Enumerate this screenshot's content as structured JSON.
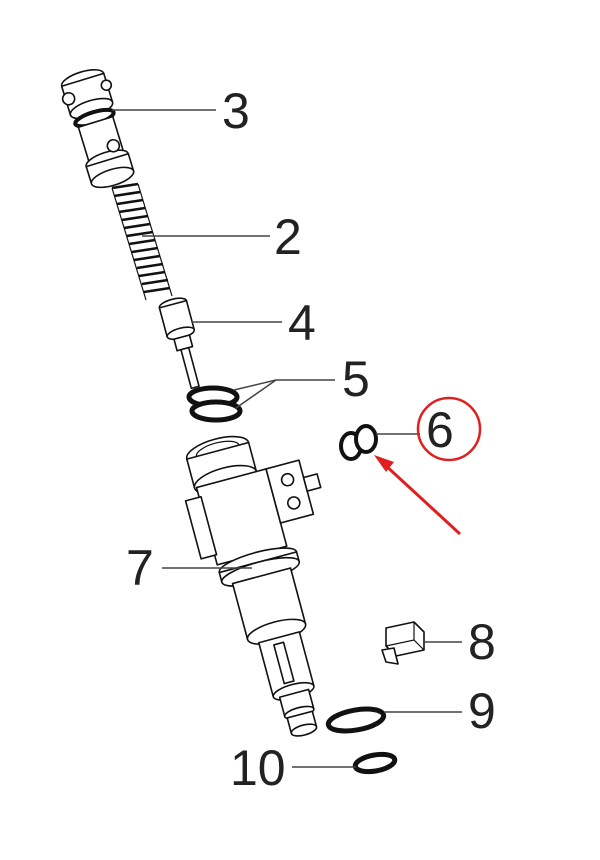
{
  "callouts": {
    "label_3": "3",
    "label_2": "2",
    "label_4": "4",
    "label_5": "5",
    "label_6": "6",
    "label_7": "7",
    "label_8": "8",
    "label_9": "9",
    "label_10": "10"
  },
  "colors": {
    "highlight": "#e02020",
    "line": "#111111",
    "leader": "#444444",
    "text": "#222222",
    "background": "#ffffff"
  },
  "highlighted_part": "6"
}
